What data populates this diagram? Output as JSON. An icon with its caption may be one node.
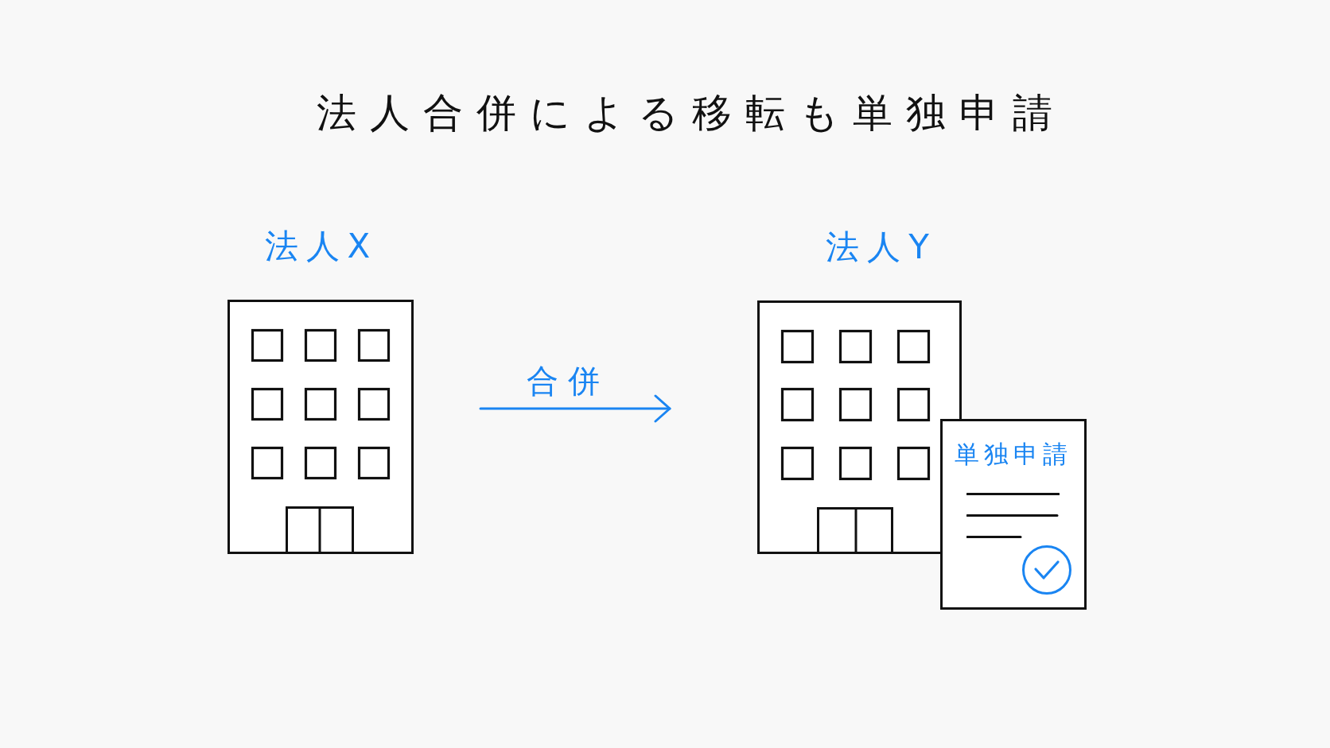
{
  "diagram": {
    "title": "法人合併による移転も単独申請",
    "nodes": [
      {
        "text": [
          "法人X"
        ]
      },
      {
        "text": [
          "法人Y"
        ]
      },
      {
        "text": [
          "単独申請"
        ]
      }
    ],
    "edges": [
      {
        "from": 0,
        "to": 1,
        "arrow": "to",
        "label": "合併"
      }
    ]
  }
}
